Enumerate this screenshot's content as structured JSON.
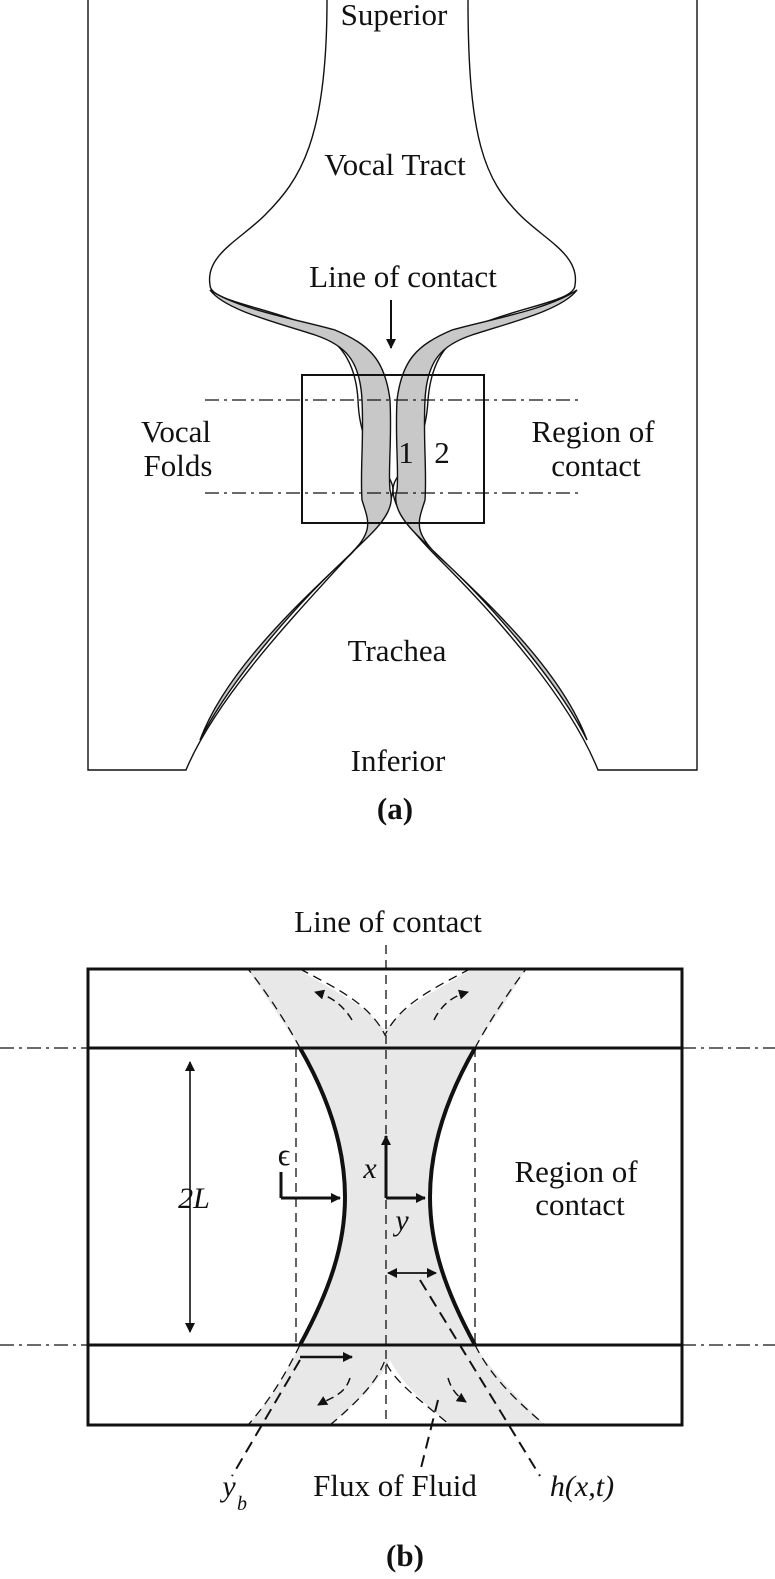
{
  "panel_a": {
    "superior": "Superior",
    "vocal_tract": "Vocal Tract",
    "line_of_contact": "Line of contact",
    "vocal_folds_line1": "Vocal",
    "vocal_folds_line2": "Folds",
    "region_line1": "Region of",
    "region_line2": "contact",
    "zone1": "1",
    "zone2": "2",
    "trachea": "Trachea",
    "inferior": "Inferior",
    "caption": "(a)"
  },
  "panel_b": {
    "line_of_contact": "Line of contact",
    "two_l": "2L",
    "epsilon": "ϵ",
    "x_axis": "x",
    "y_axis": "y",
    "region_line1": "Region of",
    "region_line2": "contact",
    "y_b_main": "y",
    "y_b_sub": "b",
    "flux": "Flux of Fluid",
    "h_label": "h(x,t)",
    "caption": "(b)"
  },
  "colors": {
    "fold_fill": "#c8c8c8",
    "flow_fill": "#e8e8e8",
    "stroke": "#111111"
  }
}
